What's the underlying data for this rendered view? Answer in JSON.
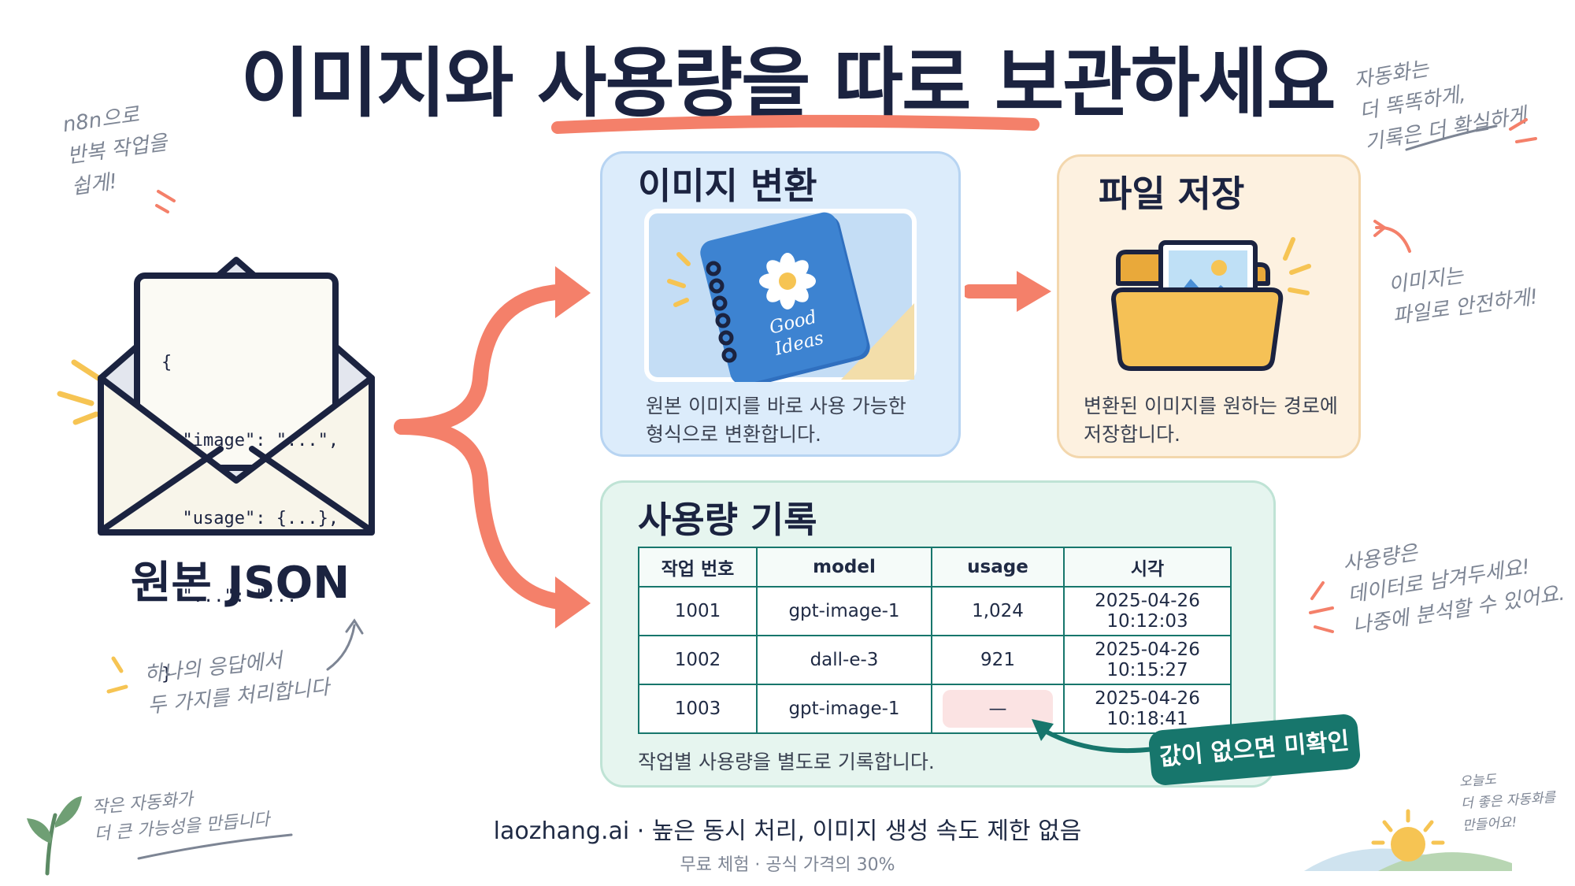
{
  "title": "이미지와 사용량을 따로 보관하세요",
  "source": {
    "label": "원본 JSON",
    "json_lines": [
      "{",
      "  \"image\": \"...\",",
      "  \"usage\": {...},",
      "  \"...\": \"...\"",
      "}"
    ]
  },
  "cards": {
    "convert": {
      "title": "이미지 변환",
      "desc": "원본 이미지를 바로 사용 가능한\n형식으로 변환합니다.",
      "notebook_text": "Good\nIdeas"
    },
    "save": {
      "title": "파일 저장",
      "desc": "변환된 이미지를 원하는 경로에\n저장합니다."
    },
    "usage": {
      "title": "사용량 기록",
      "desc": "작업별 사용량을 별도로 기록합니다.",
      "columns": [
        "작업 번호",
        "model",
        "usage",
        "시각"
      ],
      "rows": [
        {
          "id": "1001",
          "model": "gpt-image-1",
          "usage": "1,024",
          "time": "2025-04-26\n10:12:03"
        },
        {
          "id": "1002",
          "model": "dall-e-3",
          "usage": "921",
          "time": "2025-04-26\n10:15:27"
        },
        {
          "id": "1003",
          "model": "gpt-image-1",
          "usage": "—",
          "time": "2025-04-26\n10:18:41"
        }
      ],
      "callout": "값이 없으면 미확인"
    }
  },
  "notes": {
    "top_left": "n8n으로\n반복 작업을\n쉽게!",
    "top_right": "자동화는\n더 똑똑하게,\n기록은 더 확실하게",
    "mid_right": "이미지는\n파일로 안전하게!",
    "bottom_right": "사용량은\n데이터로 남겨두세요!\n나중에 분석할 수 있어요.",
    "under_source": "하나의 응답에서\n두 가지를 처리합니다",
    "bottom_left": "작은 자동화가\n더 큰 가능성을 만듭니다",
    "corner_right": "오늘도\n더 좋은 자동화를\n만들어요!"
  },
  "footer": {
    "main": "laozhang.ai · 높은 동시 처리, 이미지 생성 속도 제한 없음",
    "sub": "무료 체험 · 공식 가격의 30%"
  },
  "colors": {
    "accent": "#f4806a",
    "teal": "#17766c",
    "navy": "#1b2340",
    "blue_card": "#dcecfb",
    "orange_card": "#fdf1e0",
    "green_card": "#e6f5ef"
  },
  "icons": [
    "envelope-icon",
    "notebook-icon",
    "flower-icon",
    "folder-icon",
    "image-icon",
    "leaf-icon",
    "sun-icon"
  ]
}
